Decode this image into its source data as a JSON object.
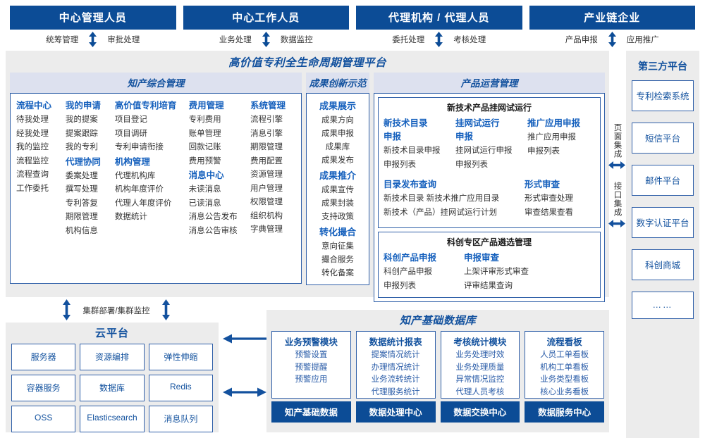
{
  "roles": [
    {
      "title": "中心管理人员",
      "left": "统筹管理",
      "right": "审批处理"
    },
    {
      "title": "中心工作人员",
      "left": "业务处理",
      "right": "数据监控"
    },
    {
      "title": "代理机构 / 代理人员",
      "left": "委托处理",
      "right": "考核处理"
    },
    {
      "title": "产业链企业",
      "left": "产品申报",
      "right": "应用推广"
    }
  ],
  "platform": {
    "title": "高价值专利全生命周期管理平台",
    "groups": {
      "zhichan": {
        "title": "知产综合管理",
        "columns": [
          {
            "blocks": [
              {
                "head": "流程中心",
                "items": [
                  "待我处理",
                  "经我处理",
                  "我的监控",
                  "流程监控",
                  "流程查询",
                  "工作委托"
                ]
              }
            ]
          },
          {
            "blocks": [
              {
                "head": "我的申请",
                "items": [
                  "我的提案",
                  "提案跟踪",
                  "我的专利"
                ]
              },
              {
                "head": "代理协同",
                "items": [
                  "委案处理",
                  "撰写处理",
                  "专利答复",
                  "期限管理",
                  "机构信息"
                ]
              }
            ]
          },
          {
            "blocks": [
              {
                "head": "高价值专利培育",
                "items": [
                  "项目登记",
                  "项目调研",
                  "专利申请衔接"
                ]
              },
              {
                "head": "机构管理",
                "items": [
                  "代理机构库",
                  "机构年度评价",
                  "代理人年度评价",
                  "数据统计"
                ]
              }
            ]
          },
          {
            "blocks": [
              {
                "head": "费用管理",
                "items": [
                  "专利费用",
                  "账单管理",
                  "回款记账",
                  "费用预警"
                ]
              },
              {
                "head": "消息中心",
                "items": [
                  "未读消息",
                  "已读消息",
                  "消息公告发布",
                  "消息公告审核"
                ]
              }
            ]
          },
          {
            "blocks": [
              {
                "head": "系统管理",
                "items": [
                  "流程引擎",
                  "消息引擎",
                  "期限管理",
                  "费用配置",
                  "资源管理",
                  "用户管理",
                  "权限管理",
                  "组织机构",
                  "字典管理"
                ]
              }
            ]
          }
        ]
      },
      "chengguo": {
        "title": "成果创新示范",
        "blocks": [
          {
            "head": "成果展示",
            "items": [
              "成果方向",
              "成果申报",
              "成果库",
              "成果发布"
            ]
          },
          {
            "head": "成果推介",
            "items": [
              "成果宣传",
              "成果封装",
              "支持政策"
            ]
          },
          {
            "head": "转化撮合",
            "items": [
              "意向征集",
              "撮合服务",
              "转化备案"
            ]
          }
        ]
      },
      "chanpin": {
        "title": "产品运营管理",
        "sub_a": {
          "title": "新技术产品挂网试运行",
          "row1": [
            {
              "head": "新技术目录申报",
              "items": [
                "新技术目录申报",
                "申报列表"
              ]
            },
            {
              "head": "挂网试运行申报",
              "items": [
                "挂网试运行申报",
                "申报列表"
              ]
            },
            {
              "head": "推广应用申报",
              "items": [
                "推广应用申报",
                "申报列表"
              ]
            }
          ],
          "row2_left_head": "目录发布查询",
          "row2_left_items": [
            "新技术目录    新技术推广应用目录",
            "新技术（产品）挂网试运行计划"
          ],
          "row2_right_head": "形式审查",
          "row2_right_items": [
            "形式审查处理",
            "审查结果查看"
          ]
        },
        "sub_b": {
          "title": "科创专区产品遴选管理",
          "cols": [
            {
              "head": "科创产品申报",
              "items": [
                "科创产品申报",
                "申报列表"
              ]
            },
            {
              "head": "申报审查",
              "items": [
                "上架评审形式审查",
                "评审结果查询"
              ]
            }
          ]
        }
      }
    }
  },
  "integration": {
    "page": "页面集成",
    "api": "接口集成"
  },
  "third_party": {
    "title": "第三方平台",
    "items": [
      "专利检索系统",
      "短信平台",
      "邮件平台",
      "数字认证平台",
      "科创商城",
      "……"
    ]
  },
  "cluster_label": "集群部署/集群监控",
  "cloud": {
    "title": "云平台",
    "cells": [
      "服务器",
      "资源编排",
      "弹性伸缩",
      "容器服务",
      "数据库",
      "Redis",
      "OSS",
      "Elasticsearch",
      "消息队列"
    ]
  },
  "database": {
    "title": "知产基础数据库",
    "columns": [
      {
        "head": "业务预警模块",
        "items": [
          "预警设置",
          "预警提醒",
          "预警应用"
        ],
        "foot": "知产基础数据"
      },
      {
        "head": "数据统计报表",
        "items": [
          "提案情况统计",
          "办理情况统计",
          "业务流转统计",
          "代理服务统计"
        ],
        "foot": "数据处理中心"
      },
      {
        "head": "考核统计模块",
        "items": [
          "业务处理时效",
          "业务处理质量",
          "异常情况监控",
          "代理人员考核"
        ],
        "foot": "数据交换中心"
      },
      {
        "head": "流程看板",
        "items": [
          "人员工单看板",
          "机构工单看板",
          "业务类型看板",
          "核心业务看板"
        ],
        "foot": "数据服务中心"
      }
    ]
  },
  "colors": {
    "brand": "#0c4c96",
    "accent": "#1560bd",
    "border": "#2f5fa8",
    "panel": "#ececec",
    "band": "#dde1ef"
  }
}
